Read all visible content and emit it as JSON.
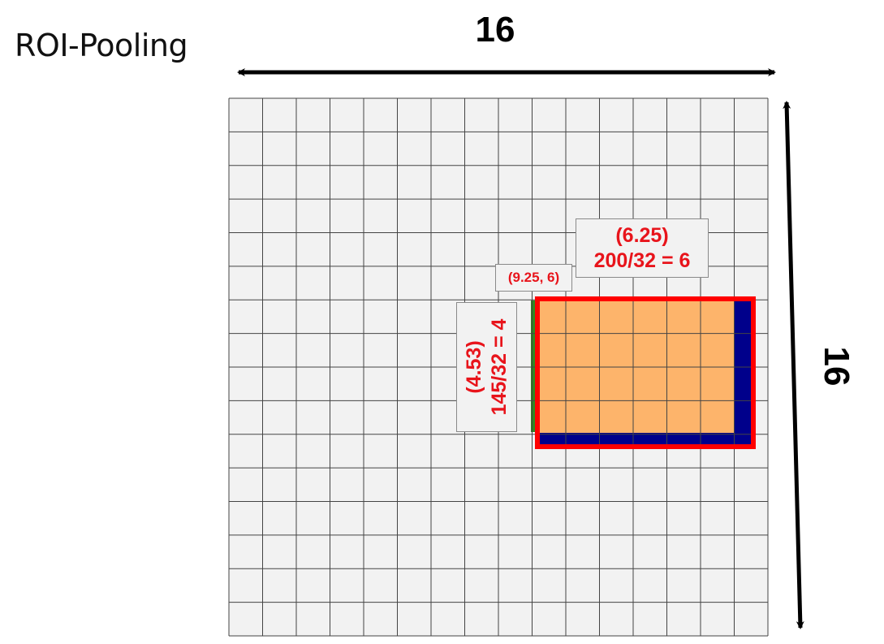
{
  "title": "ROI-Pooling",
  "feature_map": {
    "width_label": "16",
    "height_label": "16",
    "rows": 16,
    "cols": 16
  },
  "roi": {
    "corner_label": "(9.25, 6)",
    "width_label_1": "(6.25)",
    "width_label_2": "200/32 = 6",
    "height_label_1": "(4.53)",
    "height_label_2": "145/32 = 4"
  },
  "colors": {
    "grid_bg": "#f2f2f2",
    "grid_line": "#333333",
    "roi_fill": "#fdb46b",
    "roi_border": "#ff0000",
    "quantized_loss": "#00008b",
    "quantized_gain": "#2e8b20",
    "label_text": "#e8141b"
  }
}
